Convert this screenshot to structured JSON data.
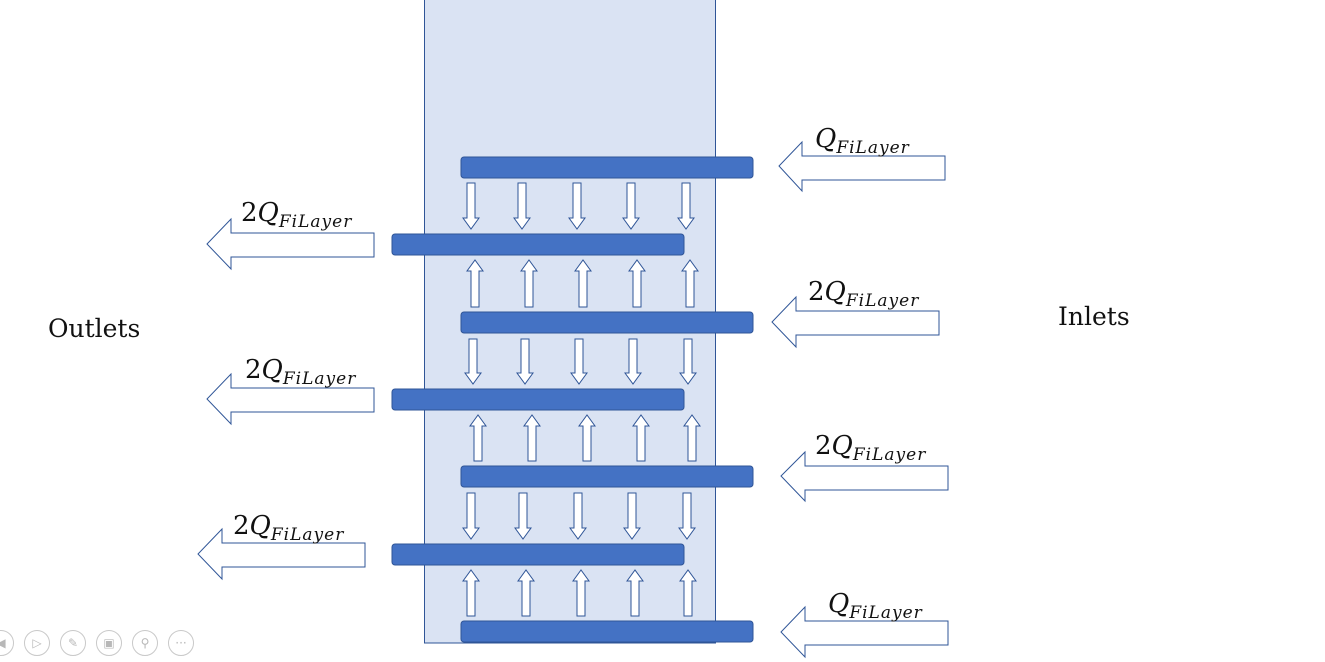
{
  "labels": {
    "outlets": "Outlets",
    "inlets": "Inlets"
  },
  "flows": {
    "inlet_top": {
      "coef": "",
      "symbol": "Q",
      "subscript": "FiLayer"
    },
    "inlet_mid1": {
      "coef": "2",
      "symbol": "Q",
      "subscript": "FiLayer"
    },
    "inlet_mid2": {
      "coef": "2",
      "symbol": "Q",
      "subscript": "FiLayer"
    },
    "inlet_bottom": {
      "coef": "",
      "symbol": "Q",
      "subscript": "FiLayer"
    },
    "outlet_1": {
      "coef": "2",
      "symbol": "Q",
      "subscript": "FiLayer"
    },
    "outlet_2": {
      "coef": "2",
      "symbol": "Q",
      "subscript": "FiLayer"
    },
    "outlet_3": {
      "coef": "2",
      "symbol": "Q",
      "subscript": "FiLayer"
    }
  },
  "toolbar": {
    "icons": [
      "previous-icon",
      "play-icon",
      "pen-icon",
      "slides-icon",
      "zoom-icon",
      "more-icon"
    ]
  },
  "colors": {
    "column_fill": "#dae3f3",
    "column_stroke": "#2f5597",
    "plate_fill": "#4472c4",
    "arrow_stroke": "#2f5597"
  }
}
